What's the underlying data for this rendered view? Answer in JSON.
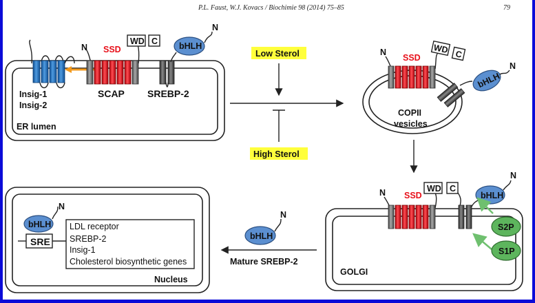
{
  "header": {
    "citation": "P.L. Faust, W.J. Kovacs / Biochimie 98 (2014) 75–85",
    "page_number": "79"
  },
  "er": {
    "compartment": "ER lumen",
    "insig_1": "Insig-1",
    "insig_2": "Insig-2",
    "scap": "SCAP",
    "srebp2": "SREBP-2",
    "ssd": "SSD",
    "wd": "WD",
    "c": "C",
    "bhlh": "bHLH",
    "n_scap": "N",
    "n_bhlh": "N"
  },
  "conditions": {
    "low_sterol": "Low Sterol",
    "high_sterol": "High Sterol"
  },
  "copii": {
    "vesicle_line1": "COPII",
    "vesicle_line2": "vesicles",
    "ssd": "SSD",
    "wd": "WD",
    "c": "C",
    "bhlh": "bHLH",
    "n_scap": "N",
    "n_bhlh": "N"
  },
  "golgi": {
    "compartment": "GOLGI",
    "ssd": "SSD",
    "wd": "WD",
    "c": "C",
    "bhlh": "bHLH",
    "s2p": "S2P",
    "s1p": "S1P",
    "n_scap": "N",
    "n_bhlh": "N"
  },
  "mature": {
    "label": "Mature SREBP-2",
    "bhlh": "bHLH",
    "n": "N"
  },
  "nucleus": {
    "compartment": "Nucleus",
    "bhlh": "bHLH",
    "n": "N",
    "sre": "SRE",
    "targets": [
      "LDL receptor",
      "SREBP-2",
      "Insig-1",
      "Cholesterol biosynthetic genes"
    ]
  },
  "colors": {
    "page_border": "#0b0bd8",
    "insig_blue": "#1f6fbd",
    "ssd_red": "#e8101a",
    "helix_grey": "#777777",
    "bhlh_blue": "#5b8fd0",
    "protease_green": "#5db55d",
    "condition_yellow": "#ffff3c",
    "interaction_orange": "#f39a1e"
  }
}
